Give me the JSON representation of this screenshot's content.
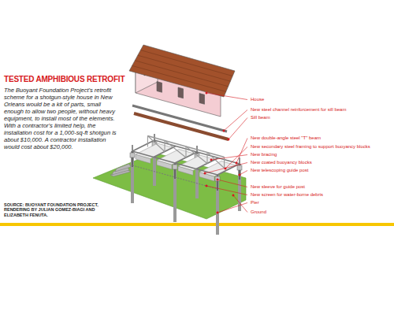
{
  "diagram": {
    "title": "TESTED AMPHIBIOUS RETROFIT",
    "caption": "The Buoyant Foundation Project's retrofit scheme for a shotgun-style house in New Orleans would be a kit of parts, small enough to allow two people, without heavy equipment, to install most of the elements. With a contractor's limited help, the installation cost for a 1,000-sq-ft shotgun is about $10,000. A contractor installation would cost about $20,000.",
    "labels": [
      "House",
      "New steel channel reinforcement for sill beam",
      "Sill beam",
      "New double-angle steel \"T\" beam",
      "New secondary steel framing to support buoyancy blocks",
      "New bracing",
      "New coated buoyancy blocks",
      "New telescoping guide post",
      "New sleeve for guide post",
      "New screen for water-borne debris",
      "Pier",
      "Ground",
      "SOURCE: BUOYANT FOUNDATION PROJECT, RENDERING BY JULIAN GOMEZ-BIAGI AND ELIZABETH FENUTA."
    ]
  }
}
